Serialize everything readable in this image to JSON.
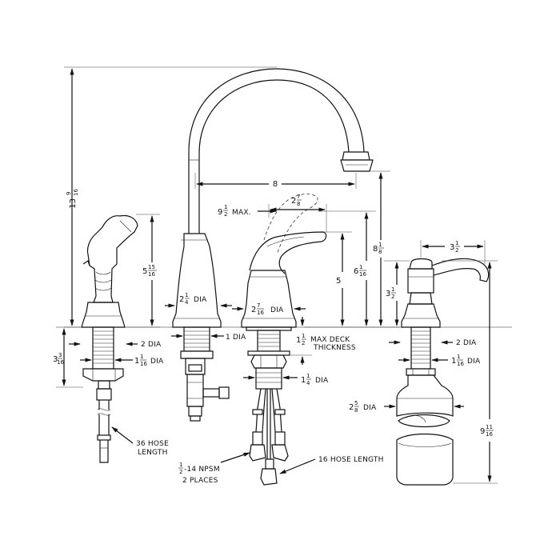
{
  "overall_height": {
    "whole": "13",
    "num": "9",
    "den": "16"
  },
  "spout_reach": "8",
  "spout_clearance": {
    "whole": "9",
    "num": "1",
    "den": "2",
    "suffix": "MAX."
  },
  "spray_height": {
    "whole": "5",
    "num": "15",
    "den": "16"
  },
  "spray_shank_length": {
    "whole": "3",
    "num": "3",
    "den": "16"
  },
  "spray_base_dia": {
    "text": "2 DIA"
  },
  "spray_shank_dia": {
    "whole": "1",
    "num": "1",
    "den": "16",
    "suffix": "DIA"
  },
  "faucet_base_dia": {
    "whole": "2",
    "num": "1",
    "den": "4",
    "suffix": "DIA"
  },
  "faucet_shank_dia": {
    "text": "1 DIA"
  },
  "handle_base_dia": {
    "whole": "2",
    "num": "7",
    "den": "16",
    "suffix": "DIA"
  },
  "handle_reach": {
    "whole": "2",
    "num": "7",
    "den": "8"
  },
  "handle_height": "5",
  "handle_max_height": {
    "whole": "6",
    "num": "1",
    "den": "16"
  },
  "spout_outlet_height": {
    "whole": "8",
    "num": "1",
    "den": "8"
  },
  "deck_thickness": {
    "whole": "1",
    "num": "1",
    "den": "2",
    "line1": "MAX DECK",
    "line2": "THICKNESS"
  },
  "handle_shank_dia": {
    "whole": "1",
    "num": "1",
    "den": "4",
    "suffix": "DIA"
  },
  "npsm": {
    "num": "1",
    "den": "2",
    "line1": "-14 NPSM",
    "line2": "2 PLACES"
  },
  "hose_16": "16 HOSE LENGTH",
  "hose_36": {
    "line1": "36 HOSE",
    "line2": "LENGTH"
  },
  "soap_spout_reach": {
    "whole": "3",
    "num": "1",
    "den": "2"
  },
  "soap_height_above_deck": {
    "whole": "3",
    "num": "1",
    "den": "2"
  },
  "soap_base_dia": {
    "text": "2 DIA"
  },
  "soap_shank_dia": {
    "whole": "1",
    "num": "1",
    "den": "16",
    "suffix": "DIA"
  },
  "bottle_dia": {
    "whole": "2",
    "num": "5",
    "den": "8",
    "suffix": "DIA"
  },
  "soap_total_height": {
    "whole": "9",
    "num": "11",
    "den": "16"
  }
}
